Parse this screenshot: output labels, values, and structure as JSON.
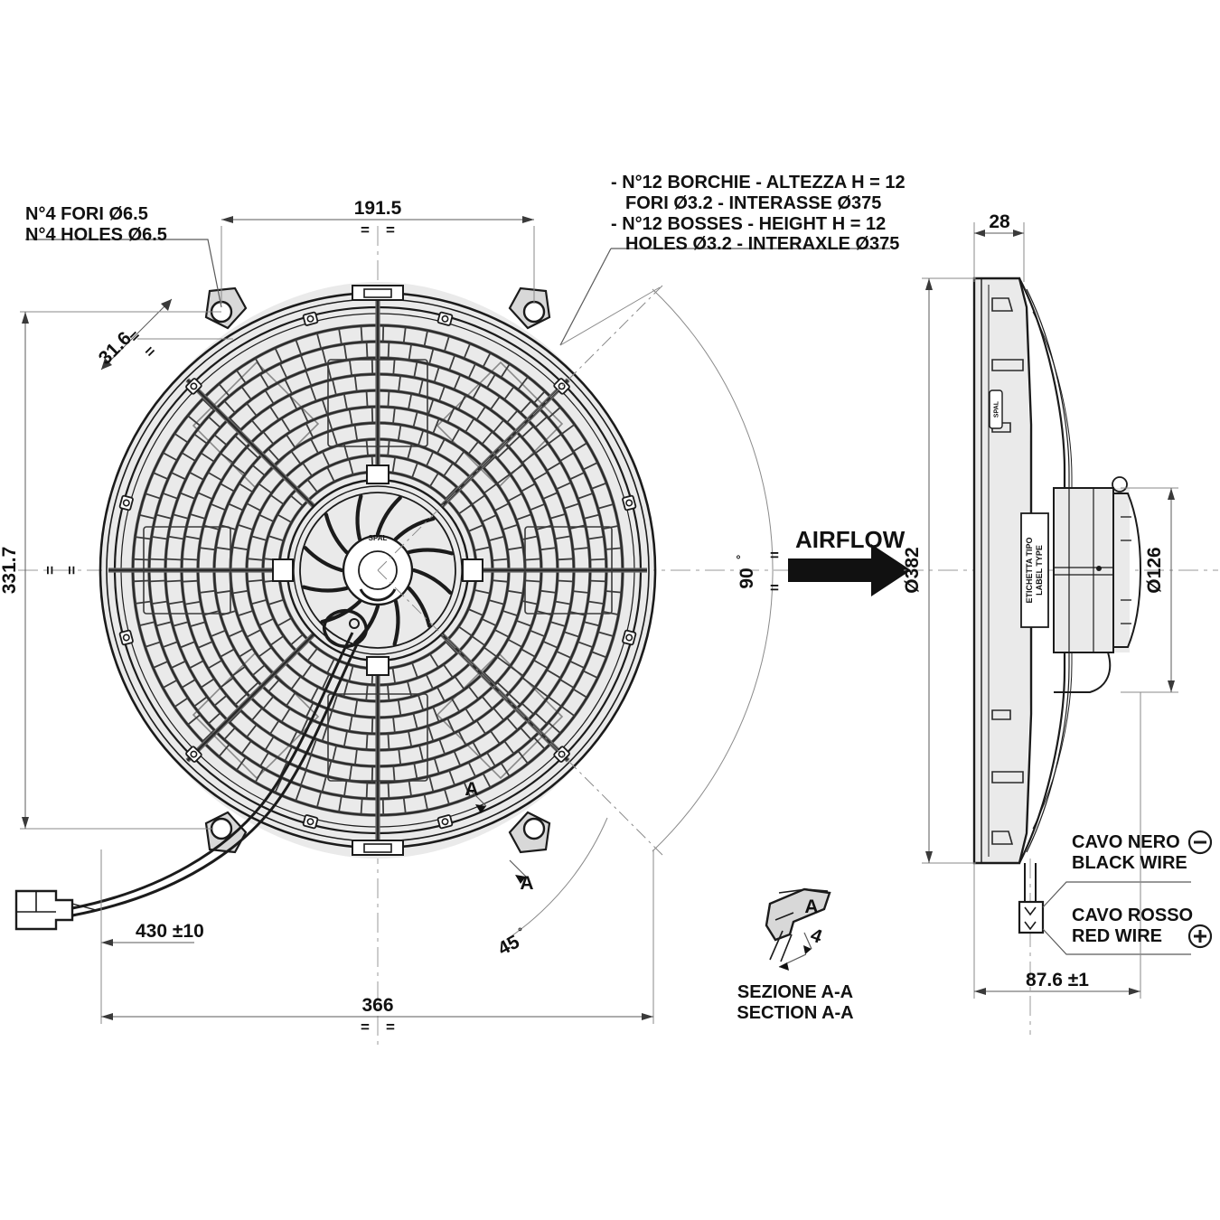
{
  "drawing": {
    "title": "Axial Fan Technical Drawing",
    "units": "mm"
  },
  "annotations": {
    "holes_note": {
      "line1": "N°4 FORI Ø6.5",
      "line2": "N°4 HOLES Ø6.5"
    },
    "bosses_note": {
      "line1": "- N°12 BORCHIE - ALTEZZA H = 12",
      "line2": "FORI Ø3.2 - INTERASSE Ø375",
      "line3": "- N°12 BOSSES - HEIGHT H = 12",
      "line4": "HOLES Ø3.2 - INTERAXLE Ø375"
    },
    "airflow": "AIRFLOW",
    "section_caption": {
      "line1": "SEZIONE A-A",
      "line2": "SECTION A-A"
    },
    "section_marker": "A",
    "section_thickness": "4",
    "label_plate": {
      "line1": "ETICHETTA TIPO",
      "line2": "LABEL TYPE"
    },
    "black_wire": {
      "line1": "CAVO NERO",
      "line2": "BLACK WIRE",
      "polarity": "−"
    },
    "red_wire": {
      "line1": "CAVO ROSSO",
      "line2": "RED WIRE",
      "polarity": "+"
    }
  },
  "dimensions": {
    "bolt_pitch_horizontal": "191.5",
    "bolt_offset": "31.6",
    "height_between_holes": "331.7",
    "overall_width": "366",
    "cable_length": "430 ±10",
    "angle_90": "90",
    "angle_45": "45",
    "depth_flange": "28",
    "fan_diameter": "Ø382",
    "motor_diameter": "Ø126",
    "overall_depth": "87.6 ±1"
  },
  "colors": {
    "ink": "#1b1b1b",
    "dimension": "#5a5a5a",
    "construction": "#9a9a9a",
    "shade": "#d8d8d8"
  }
}
